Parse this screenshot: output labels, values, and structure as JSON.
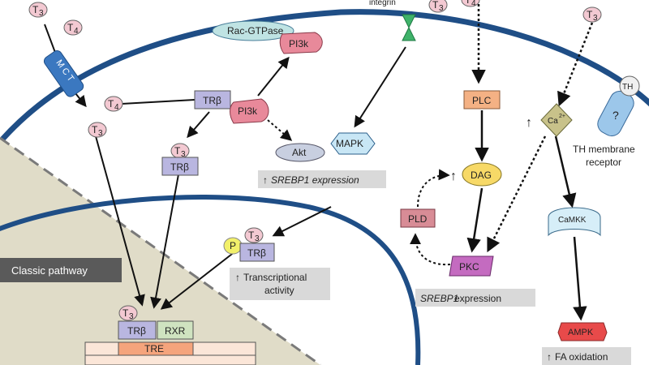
{
  "labels": {
    "t3": "T",
    "t3_sub": "3",
    "t4": "T",
    "t4_sub": "4",
    "mct": "M C T",
    "integrin": "integrin",
    "rac_gtpase": "Rac-GTPase",
    "pi3k": "PI3k",
    "tr_beta": "TRβ",
    "akt": "Akt",
    "mapk": "MAPK",
    "srebp1_expr_top": "SREBP1 expression",
    "srebp1_expr_bottom_italic": "SREBP1",
    "srebp1_expr_bottom_rest": " expression",
    "p": "P",
    "transcriptional_activity_line1": "Transcriptional",
    "transcriptional_activity_line2": "activity",
    "classic_pathway": "Classic pathway",
    "rxr": "RXR",
    "tre": "TRE",
    "plc": "PLC",
    "dag": "DAG",
    "pld": "PLD",
    "pkc": "PKC",
    "ca": "Ca",
    "ca_sup": "2+",
    "th": "TH",
    "question": "?",
    "th_membrane_receptor_line1": "TH membrane",
    "th_membrane_receptor_line2": "receptor",
    "camkk": "CaMKK",
    "ampk": "AMPK",
    "fa_oxidation": "FA oxidation",
    "up_arrow": "↑"
  },
  "colors": {
    "membrane": "#1f4e86",
    "hormone_fill": "#f3c9d2",
    "tr_fill": "#b9b6e0",
    "pi3k_fill": "#e8899a",
    "rac_fill": "#bfe3e3",
    "mapk_fill": "#c8e6f5",
    "plc_fill": "#f4b184",
    "dag_fill": "#f7d967",
    "pld_fill": "#d88c96",
    "pkc_fill": "#c46bc0",
    "ca_fill": "#c8c28a",
    "th_receptor_fill": "#9cc7ea",
    "camkk_fill": "#d6eef8",
    "ampk_fill": "#e84a4a",
    "rxr_fill": "#cfe3c0",
    "tre_fill": "#f5a47c",
    "p_fill": "#f2f06a",
    "nucleus_region": "#e0dcc8",
    "label_box": "#d9d9d9",
    "classic_box": "#5a5a5a"
  }
}
